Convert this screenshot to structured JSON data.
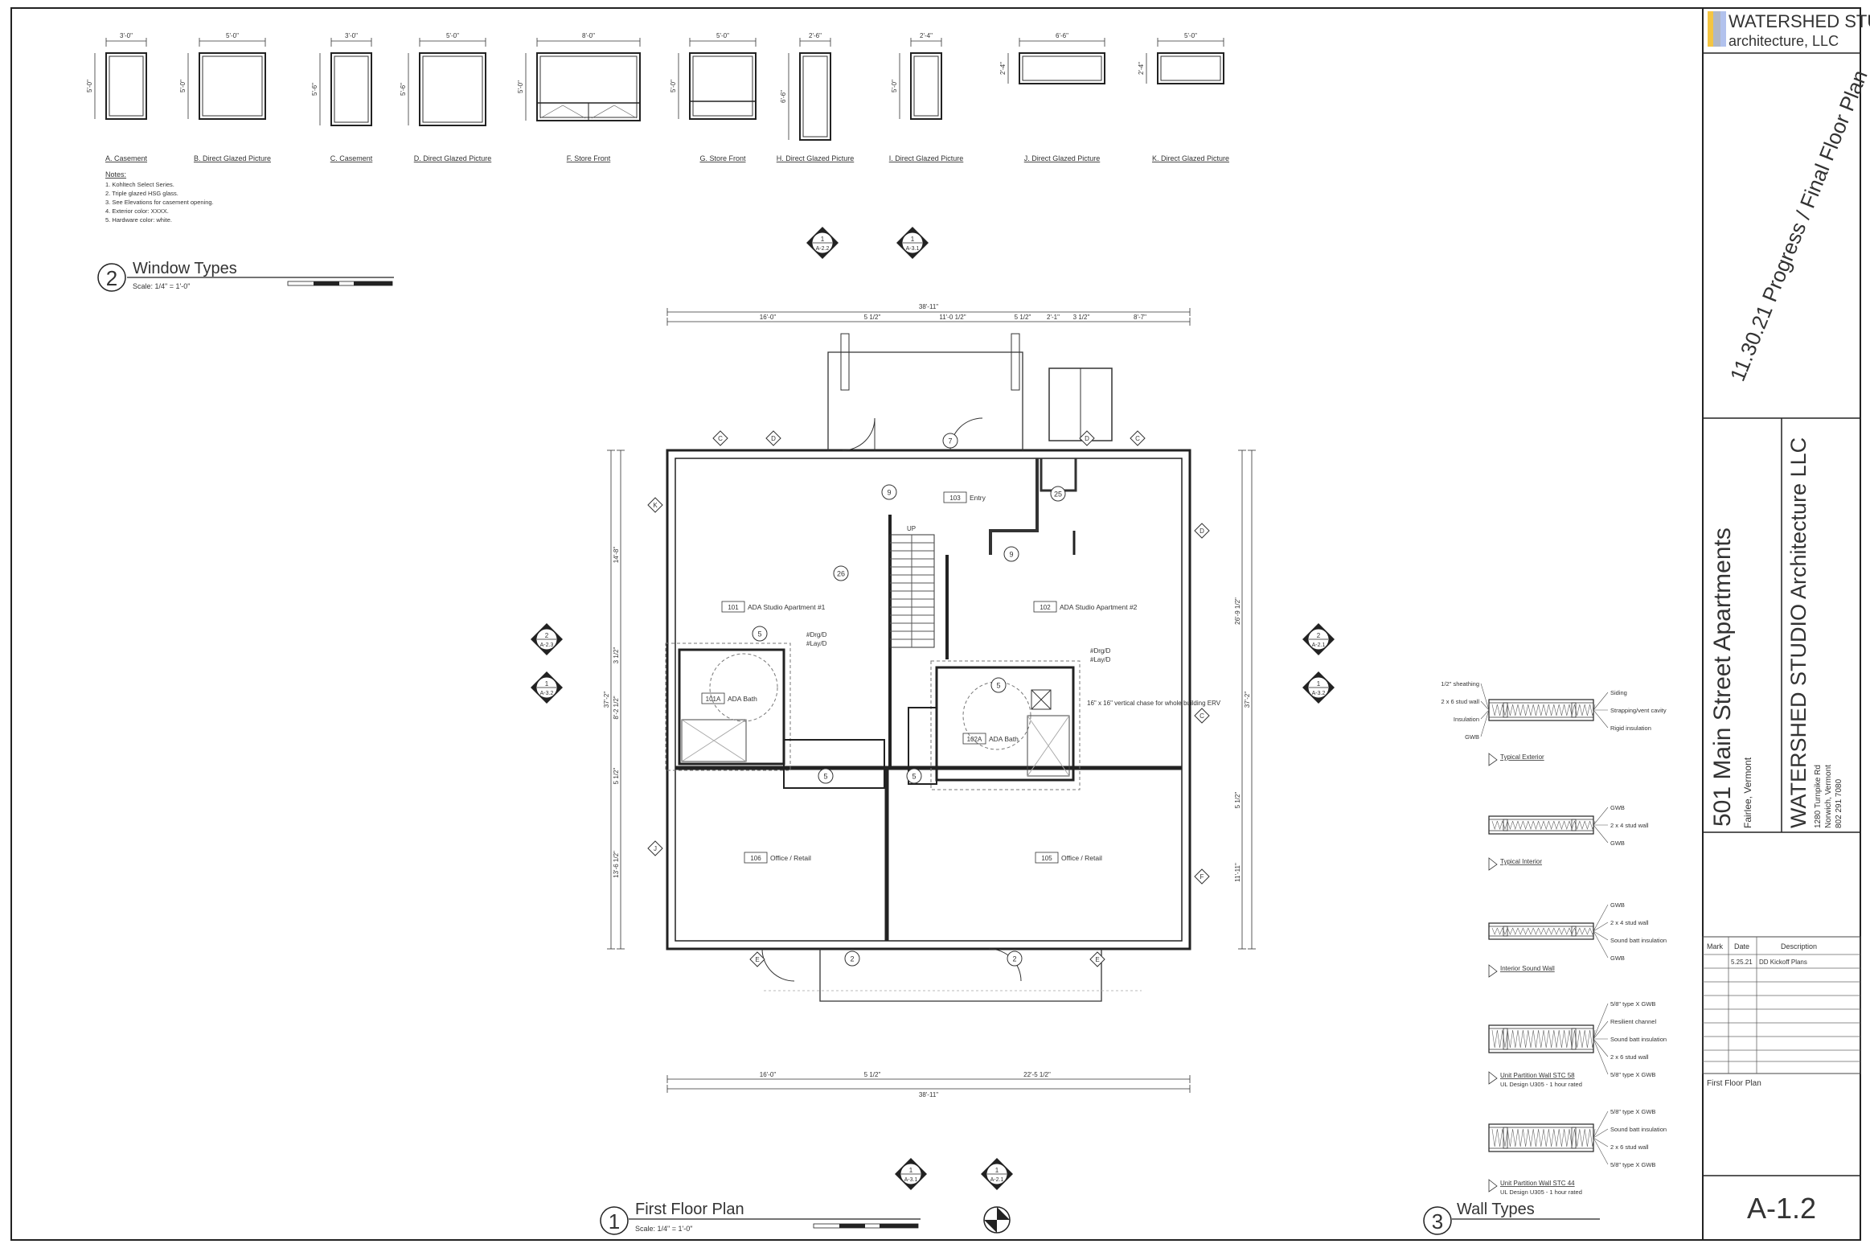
{
  "firm": {
    "name": "WATERSHED STUDIO",
    "sub": "architecture, LLC"
  },
  "progress_note": "11.30.21 Progress / Final Floor Plan",
  "project": {
    "name": "501 Main Street Apartments",
    "location": "Fairlee, Vermont"
  },
  "firm_block": {
    "name": "WATERSHED STUDIO Architecture LLC",
    "address": [
      "1280 Turnpike Rd",
      "Norwich, Vermont",
      "802 291 7080"
    ]
  },
  "revisions": {
    "headers": [
      "Mark",
      "Date",
      "Description"
    ],
    "rows": [
      {
        "mark": "",
        "date": "5.25.21",
        "desc": "DD Kickoff Plans"
      }
    ]
  },
  "sheet_title": "First Floor Plan",
  "sheet_number": "A-1.2",
  "windows": {
    "types": [
      {
        "label": "A. Casement",
        "dim": "3'-0\"",
        "h": "5'-0\""
      },
      {
        "label": "B. Direct Glazed Picture",
        "dim": "5'-0\"",
        "h": "5'-0\""
      },
      {
        "label": "C. Casement",
        "dim": "3'-0\"",
        "h": "5'-6\""
      },
      {
        "label": "D. Direct Glazed Picture",
        "dim": "5'-0\"",
        "h": "5'-6\""
      },
      {
        "label": "F. Store Front",
        "dim": "8'-0\"",
        "h": "5'-0\""
      },
      {
        "label": "G. Store Front",
        "dim": "5'-0\"",
        "h": "5'-0\""
      },
      {
        "label": "H. Direct Glazed Picture",
        "dim": "2'-6\"",
        "h": "6'-6\""
      },
      {
        "label": "I. Direct Glazed Picture",
        "dim": "2'-4\"",
        "h": "5'-0\""
      },
      {
        "label": "J. Direct Glazed Picture",
        "dim": "6'-6\"",
        "h": "2'-4\""
      },
      {
        "label": "K. Direct Glazed Picture",
        "dim": "5'-0\"",
        "h": "2'-4\""
      }
    ],
    "notes_title": "Notes:",
    "notes": [
      "1. Kohltech Select Series.",
      "2. Triple glazed HSG glass.",
      "3. See Elevations for casement opening.",
      "4. Exterior color: XXXX.",
      "5. Hardware color: white."
    ]
  },
  "drawings": [
    {
      "num": "2",
      "title": "Window Types",
      "scale": "Scale: 1/4\" = 1'-0\""
    },
    {
      "num": "1",
      "title": "First Floor Plan",
      "scale": "Scale: 1/4\" = 1'-0\""
    },
    {
      "num": "3",
      "title": "Wall Types",
      "scale": ""
    }
  ],
  "plan": {
    "rooms": [
      {
        "num": "101",
        "name": "ADA Studio Apartment #1"
      },
      {
        "num": "102",
        "name": "ADA Studio Apartment #2"
      },
      {
        "num": "103",
        "name": "Entry"
      },
      {
        "num": "101A",
        "name": "ADA Bath"
      },
      {
        "num": "102A",
        "name": "ADA Bath"
      },
      {
        "num": "106",
        "name": "Office / Retail"
      },
      {
        "num": "105",
        "name": "Office / Retail"
      }
    ],
    "stair_label": "UP",
    "chase_note": "16\" x 16\" vertical chase for whole building ERV",
    "dims_top": [
      "38'-11\"",
      "16'-0\"",
      "5 1/2\"",
      "11'-0 1/2\"",
      "5 1/2\"",
      "2'-1\"",
      "3 1/2\"",
      "8'-7\""
    ],
    "dims_bottom": [
      "16'-0\"",
      "5 1/2\"",
      "22'-5 1/2\"",
      "38'-11\""
    ],
    "dims_left": [
      "14'-8\"",
      "3 1/2\"",
      "8'-2 1/2\"",
      "5 1/2\"",
      "13'-6 1/2\"",
      "37'-2\""
    ],
    "dims_right": [
      "26'-9 1/2\"",
      "37'-2\"",
      "5 1/2\"",
      "11'-11\""
    ],
    "door_tags": [
      "9",
      "7",
      "25",
      "26",
      "9",
      "5",
      "5",
      "5",
      "5",
      "2",
      "2"
    ],
    "window_tags": [
      "C",
      "D",
      "D",
      "C",
      "K",
      "D",
      "C",
      "J",
      "F",
      "E",
      "E"
    ],
    "section_tags": [
      {
        "n": "1",
        "sheet": "A-2.2"
      },
      {
        "n": "1",
        "sheet": "A-3.1"
      },
      {
        "n": "2",
        "sheet": "A-2.3"
      },
      {
        "n": "1",
        "sheet": "A-3.2"
      },
      {
        "n": "2",
        "sheet": "A-2.1"
      },
      {
        "n": "1",
        "sheet": "A-3.2"
      },
      {
        "n": "1",
        "sheet": "A-3.1"
      },
      {
        "n": "1",
        "sheet": "A-2.1"
      }
    ],
    "equip_tag": [
      "#Drg/D",
      "#Lay/D"
    ]
  },
  "walls": [
    {
      "name": "Typical Exterior",
      "lines": [],
      "left": [
        "1/2\" sheathing",
        "2 x 6 stud wall",
        "Insulation",
        "GWB"
      ],
      "right": [
        "Siding",
        "Strapping/vent cavity",
        "Rigid insulation"
      ]
    },
    {
      "name": "Typical Interior",
      "lines": [],
      "left": [],
      "right": [
        "GWB",
        "2 x 4 stud wall",
        "GWB"
      ]
    },
    {
      "name": "Interior Sound Wall",
      "lines": [],
      "left": [],
      "right": [
        "GWB",
        "2 x 4 stud wall",
        "Sound batt insulation",
        "GWB"
      ]
    },
    {
      "name": "Unit Partition Wall STC 58",
      "lines": [
        "UL Design U305 - 1 hour rated"
      ],
      "left": [],
      "right": [
        "5/8\" type X GWB",
        "Resilient channel",
        "Sound batt insulation",
        "2 x 6 stud wall",
        "5/8\" type X GWB"
      ]
    },
    {
      "name": "Unit Partition Wall STC 44",
      "lines": [
        "UL Design U305 - 1 hour rated"
      ],
      "left": [],
      "right": [
        "5/8\" type X GWB",
        "Sound batt insulation",
        "2 x 6 stud wall",
        "5/8\" type X GWB"
      ]
    }
  ]
}
